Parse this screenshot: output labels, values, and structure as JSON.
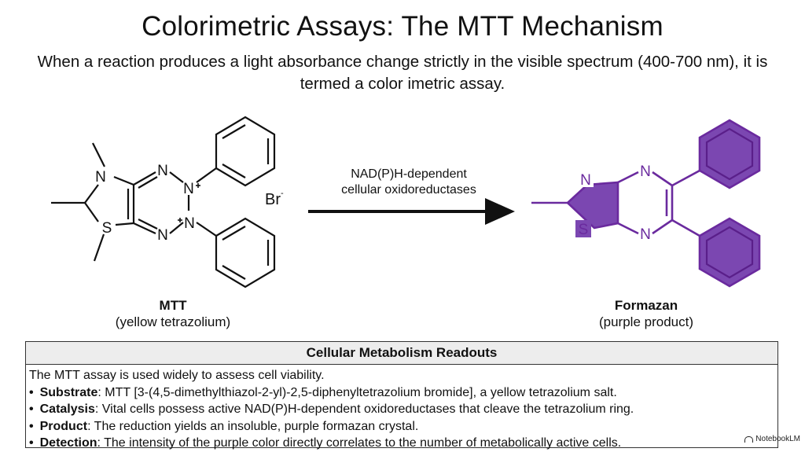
{
  "header": {
    "title": "Colorimetric Assays: The MTT Mechanism",
    "subtitle": "When a reaction produces a light absorbance change strictly in the visible spectrum (400-700 nm), it is termed a color imetric assay."
  },
  "reactant": {
    "name": "MTT",
    "descriptor": "(yellow tetrazolium)",
    "counterion": "Br",
    "charge": "-",
    "atoms": {
      "n": "N",
      "s": "S"
    }
  },
  "arrow": {
    "label_line1": "NAD(P)H-dependent",
    "label_line2": "cellular oxidoreductases"
  },
  "product": {
    "name": "Formazan",
    "descriptor": "(purple product)",
    "atoms": {
      "n": "N",
      "s": "S"
    },
    "color": "#6a2a9e",
    "fill": "#7b47b1"
  },
  "readouts": {
    "heading": "Cellular Metabolism Readouts",
    "intro": "The MTT assay is used widely to assess cell viability.",
    "items": [
      {
        "term": "Substrate",
        "text": ": MTT [3-(4,5-dimethylthiazol-2-yl)-2,5-diphenyltetrazolium bromide], a yellow tetrazolium salt."
      },
      {
        "term": "Catalysis",
        "text": ": Vital cells possess active NAD(P)H-dependent oxidoreductases that cleave the tetrazolium ring."
      },
      {
        "term": "Product",
        "text": ": The reduction yields an insoluble, purple formazan crystal."
      },
      {
        "term": "Detection",
        "text": ": The intensity of the purple color directly correlates to the number of metabolically active cells."
      }
    ]
  },
  "watermark": {
    "label": "NotebookLM"
  }
}
